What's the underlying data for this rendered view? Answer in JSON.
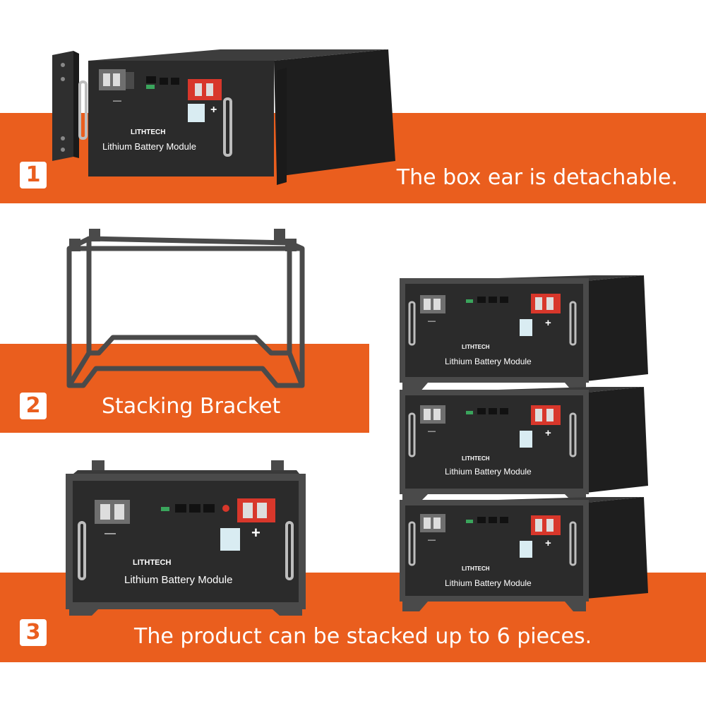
{
  "steps": [
    {
      "number": "1",
      "caption": "The box ear is detachable."
    },
    {
      "number": "2",
      "caption": "Stacking Bracket"
    },
    {
      "number": "3",
      "caption": "The product can be stacked up to 6 pieces."
    }
  ],
  "module": {
    "brand": "LITHTECH",
    "label": "Lithium Battery Module",
    "positive": "+",
    "negative": "—"
  },
  "colors": {
    "accent": "#ea5e1e",
    "module_body": "#2b2b2b",
    "positive_terminal": "#d8372b",
    "negative_terminal": "#6f6f6f",
    "bracket": "#4a4a4a"
  }
}
